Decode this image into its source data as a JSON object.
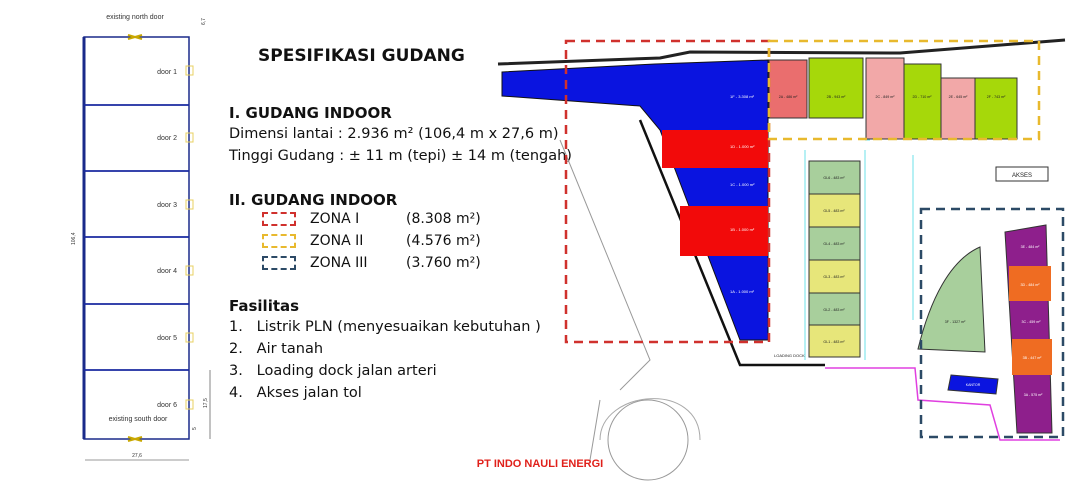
{
  "floorplan": {
    "north_door": "existing north door",
    "south_door": "existing south door",
    "doors": [
      "door 1",
      "door 2",
      "door 3",
      "door 4",
      "door 5",
      "door 6"
    ],
    "dim_length": "106,4",
    "dim_width": "27,6",
    "dim_top": "6,7",
    "dim_bottom_a": "17,5",
    "dim_bottom_b": "5"
  },
  "spec": {
    "title": "SPESIFIKASI GUDANG",
    "section1_heading": "I. GUDANG INDOOR",
    "dimensi": "Dimensi lantai : 2.936 m² (106,4 m x 27,6 m)",
    "tinggi": "Tinggi Gudang : ± 11 m (tepi) ± 14 m (tengah)",
    "section2_heading": "II. GUDANG INDOOR",
    "zones": [
      {
        "name": "ZONA I",
        "area": "(8.308 m²)",
        "color": "#d0312d"
      },
      {
        "name": "ZONA II",
        "area": "(4.576 m²)",
        "color": "#e8b92e"
      },
      {
        "name": "ZONA III",
        "area": "(3.760 m²)",
        "color": "#2c4a66"
      }
    ],
    "fasilitas_heading": "Fasilitas",
    "fasilitas": [
      "1.   Listrik PLN (menyesuaikan kebutuhan )",
      "2.   Air tanah",
      "3.   Loading dock jalan arteri",
      "4.   Akses jalan tol"
    ]
  },
  "siteplan": {
    "zone1_units": [
      "1F - 3.308 m²",
      "1D - 1.000 m²",
      "1C - 1.000 m²",
      "1B - 1.000 m²",
      "1A - 1.000 m²"
    ],
    "zone2_units": [
      "2A - 486 m²",
      "2B - 943 m²",
      "2C - 849 m²",
      "2D - 710 m²",
      "2E - 645 m²",
      "2F - 743 m²"
    ],
    "gl_units": [
      "GL6 - 483 m²",
      "GL5 - 483 m²",
      "GL4 - 483 m²",
      "GL3 - 483 m²",
      "GL2 - 483 m²",
      "GL1 - 483 m²"
    ],
    "zone3_units": [
      "3E - 484 m²",
      "3D - 484 m²",
      "3C - 459 m²",
      "3B - 447 m²",
      "3A - 575 m²"
    ],
    "zone3_big": "3F - 1327 m²",
    "kantor": "KANTOR",
    "akses": "AKSES",
    "loading_dock": "LOADING DOCK",
    "company": "PT INDO NAULI ENERGI"
  },
  "colors": {
    "blue": "#0a14e0",
    "red": "#f20a0a",
    "green": "#a6d80a",
    "pink": "#f2a8a8",
    "salmon": "#ea6e6e",
    "sage": "#a8cf9c",
    "yellow": "#e7e67a",
    "purple": "#8e1f8c",
    "orange": "#ef6c22"
  }
}
